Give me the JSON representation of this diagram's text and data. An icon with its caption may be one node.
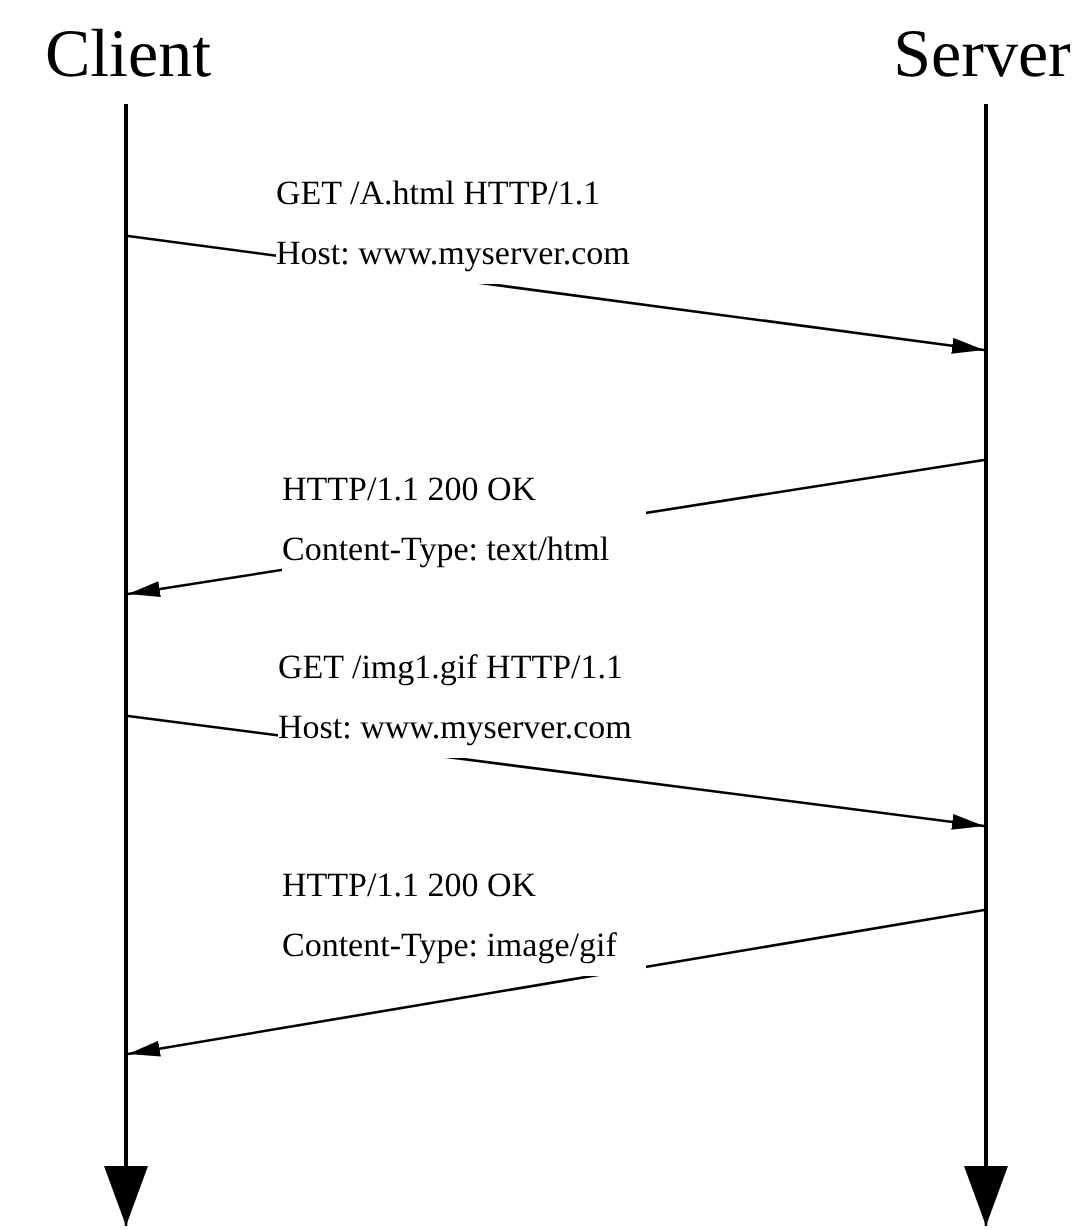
{
  "diagram": {
    "nodes": [
      {
        "text": [
          "Client"
        ]
      },
      {
        "text": [
          "Server"
        ]
      },
      {
        "text": [],
        "shape": "bar"
      },
      {
        "text": [],
        "shape": "bar"
      }
    ],
    "edges": [
      {
        "from": 2,
        "to": 3,
        "arrow": "to",
        "label": "GET /A.html HTTP/1.1 Host: www.myserver.com"
      },
      {
        "from": 3,
        "to": 2,
        "arrow": "to",
        "label": "HTTP/1.1 200 OK Content-Type: text/html"
      },
      {
        "from": 2,
        "to": 3,
        "arrow": "to",
        "label": "GET /img1.gif HTTP/1.1 Host: www.myserver.com"
      },
      {
        "from": 3,
        "to": 2,
        "arrow": "to",
        "label": "HTTP/1.1 200 OK Content-Type: image/gif"
      },
      {
        "from": 2,
        "to": null,
        "arrow": "to"
      },
      {
        "from": 3,
        "to": null,
        "arrow": "to"
      }
    ]
  }
}
